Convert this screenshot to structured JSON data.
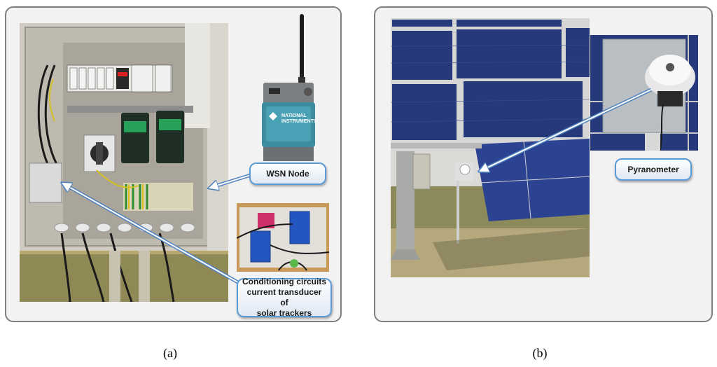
{
  "panel_a": {
    "callouts": {
      "wsn_node": "WSN Node",
      "conditioning": "Conditioning circuits\ncurrent transducer of\nsolar trackers"
    },
    "device_brand": "NATIONAL\nINSTRUMENTS",
    "caption": "(a)"
  },
  "panel_b": {
    "callouts": {
      "pyranometer": "Pyranometer"
    },
    "caption": "(b)"
  },
  "colors": {
    "callout_border": "#5b9bd5",
    "arrow": "#4f81bd",
    "panel_border": "#7f7f7f",
    "solar_cell": "#26397a"
  }
}
